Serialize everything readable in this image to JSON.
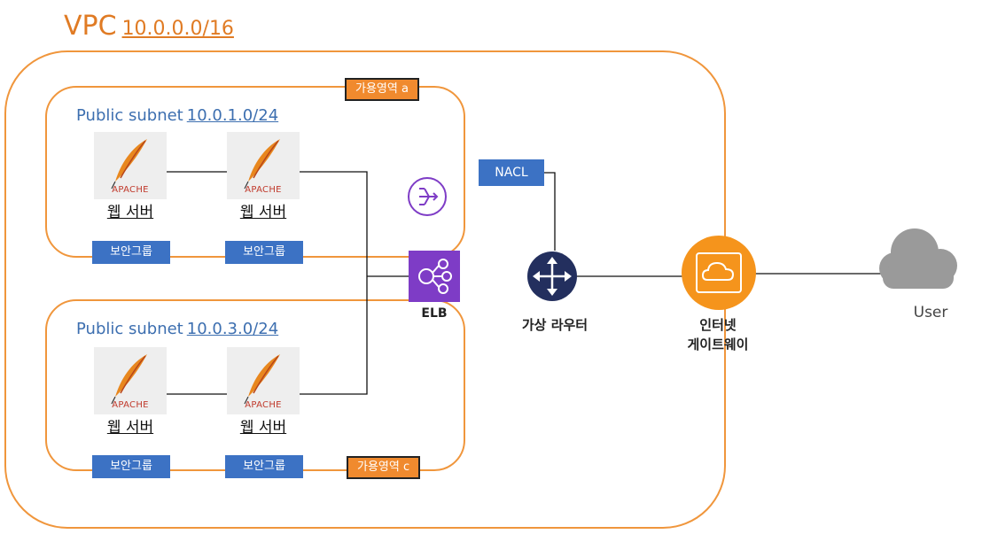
{
  "vpc": {
    "label": "VPC",
    "cidr": "10.0.0.0/16",
    "border_color": "#f0963c"
  },
  "subnets": [
    {
      "prefix": "Public subnet",
      "cidr": "10.0.1.0/24",
      "az": "가용영역 a"
    },
    {
      "prefix": "Public subnet",
      "cidr": "10.0.3.0/24",
      "az": "가용영역 c"
    }
  ],
  "server": {
    "logo_text": "APACHE",
    "label": "웹 서버"
  },
  "security_group": "보안그룹",
  "nacl": "NACL",
  "elb": "ELB",
  "router": "가상 라우터",
  "igw": {
    "line1": "인터넷",
    "line2": "게이트웨이"
  },
  "user": "User",
  "colors": {
    "orange": "#f08a2e",
    "sg_blue": "#3c72c4",
    "subnet_text": "#3d6fb0",
    "elb_purple": "#7e3cc6",
    "router_navy": "#232f5e",
    "igw_orange": "#f5941c",
    "cloud_gray": "#9a9a9a"
  },
  "icons": {
    "server": "apache-feather-icon",
    "nat": "nat-gateway-icon",
    "elb": "load-balancer-icon",
    "router": "router-icon",
    "igw": "internet-gateway-cloud-icon",
    "user": "cloud-icon"
  }
}
